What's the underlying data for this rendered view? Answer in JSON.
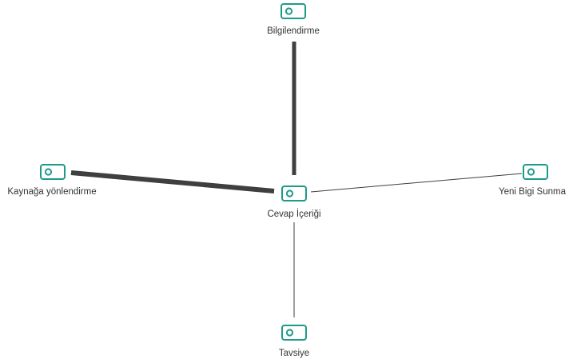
{
  "diagram": {
    "center": "Cevap İçeriği",
    "nodes": [
      {
        "id": "center",
        "label": "Cevap İçeriği",
        "icon": "toggle-icon"
      },
      {
        "id": "top",
        "label": "Bilgilendirme",
        "icon": "toggle-icon"
      },
      {
        "id": "left",
        "label": "Kaynağa yönlendirme",
        "icon": "toggle-icon"
      },
      {
        "id": "right",
        "label": "Yeni Bigi Sunma",
        "icon": "toggle-icon"
      },
      {
        "id": "bottom",
        "label": "Tavsiye",
        "icon": "toggle-icon"
      }
    ],
    "edges": [
      {
        "from": "center",
        "to": "top",
        "weight": "heavy"
      },
      {
        "from": "center",
        "to": "left",
        "weight": "heavy"
      },
      {
        "from": "center",
        "to": "right",
        "weight": "light"
      },
      {
        "from": "center",
        "to": "bottom",
        "weight": "light"
      }
    ]
  },
  "colors": {
    "node_outline": "#1e9a8a",
    "edge": "#3f3f3f",
    "label": "#333333",
    "background": "#ffffff"
  }
}
